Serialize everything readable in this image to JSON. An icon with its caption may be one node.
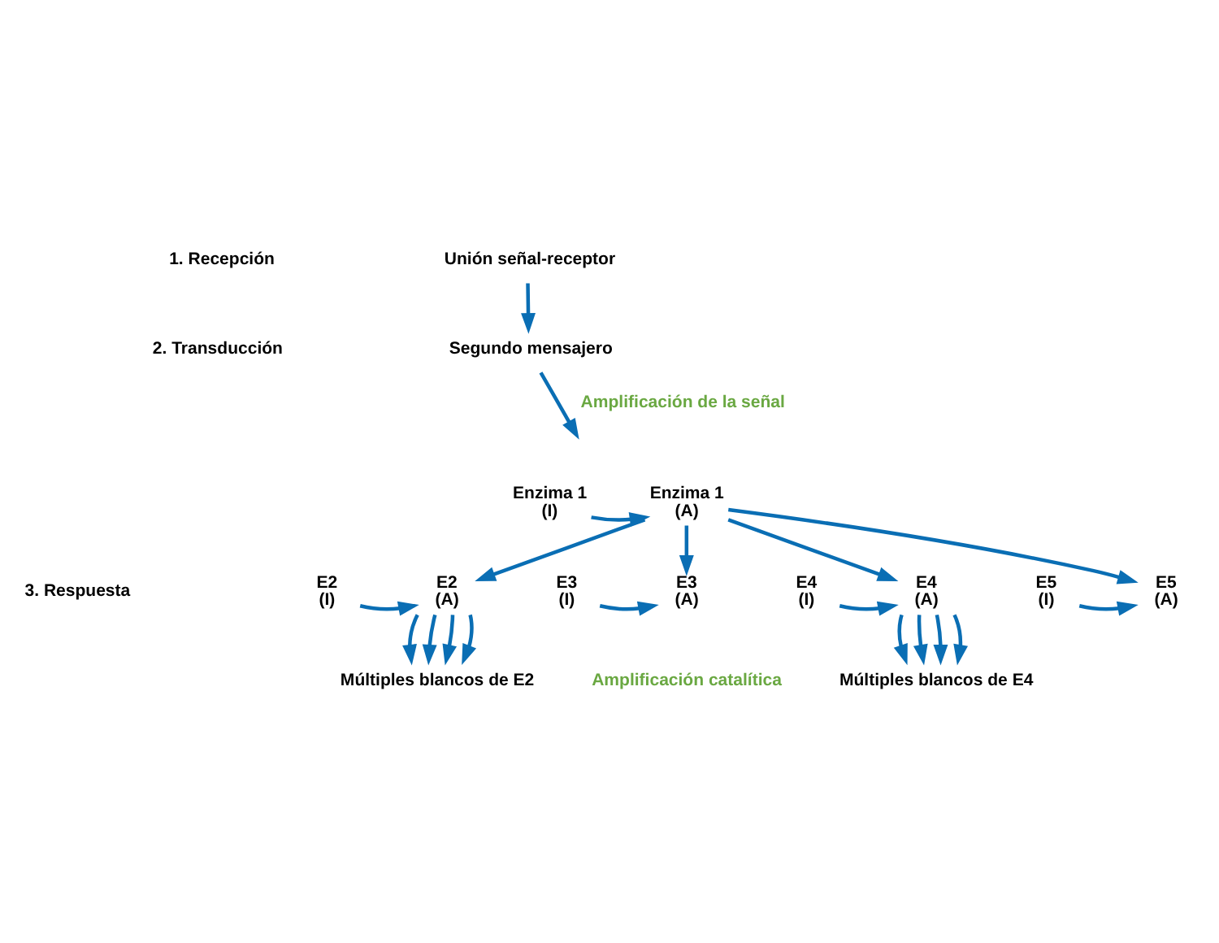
{
  "diagram": {
    "nodes": [
      {
        "text": [
          "Unión señal-receptor"
        ]
      },
      {
        "text": [
          "Segundo mensajero"
        ]
      },
      {
        "text": [
          "Enzima 1",
          "(I)"
        ]
      },
      {
        "text": [
          "Enzima 1",
          "(A)"
        ]
      },
      {
        "text": [
          "E2",
          "(I)"
        ]
      },
      {
        "text": [
          "E2",
          "(A)"
        ]
      },
      {
        "text": [
          "E3",
          "(I)"
        ]
      },
      {
        "text": [
          "E3",
          "(A)"
        ]
      },
      {
        "text": [
          "E4",
          "(I)"
        ]
      },
      {
        "text": [
          "E4",
          "(A)"
        ]
      },
      {
        "text": [
          "E5",
          "(I)"
        ]
      },
      {
        "text": [
          "E5",
          "(A)"
        ]
      },
      {
        "text": [
          "Múltiples blancos de E2"
        ]
      },
      {
        "text": [
          "Múltiples blancos de E4"
        ]
      }
    ],
    "edges": [
      {
        "from": 0,
        "to": 1,
        "arrow": "to"
      },
      {
        "from": 1,
        "to": null,
        "arrow": "to",
        "label": "Amplificación de la señal"
      },
      {
        "from": 2,
        "to": 3,
        "arrow": "to"
      },
      {
        "from": 3,
        "to": 5,
        "arrow": "to"
      },
      {
        "from": 3,
        "to": 7,
        "arrow": "to"
      },
      {
        "from": 3,
        "to": 9,
        "arrow": "to"
      },
      {
        "from": 3,
        "to": 11,
        "arrow": "to"
      },
      {
        "from": 4,
        "to": 5,
        "arrow": "to"
      },
      {
        "from": 6,
        "to": 7,
        "arrow": "to"
      },
      {
        "from": 8,
        "to": 9,
        "arrow": "to"
      },
      {
        "from": 10,
        "to": 11,
        "arrow": "to"
      },
      {
        "from": 5,
        "to": 12,
        "arrow": "to"
      },
      {
        "from": 5,
        "to": 12,
        "arrow": "to"
      },
      {
        "from": 5,
        "to": 12,
        "arrow": "to"
      },
      {
        "from": 5,
        "to": 12,
        "arrow": "to"
      },
      {
        "from": 9,
        "to": 13,
        "arrow": "to"
      },
      {
        "from": 9,
        "to": 13,
        "arrow": "to"
      },
      {
        "from": 9,
        "to": 13,
        "arrow": "to"
      },
      {
        "from": 9,
        "to": 13,
        "arrow": "to"
      }
    ],
    "labels": [
      "1. Recepción",
      "2. Transducción",
      "3. Respuesta",
      "Amplificación catalítica"
    ]
  }
}
